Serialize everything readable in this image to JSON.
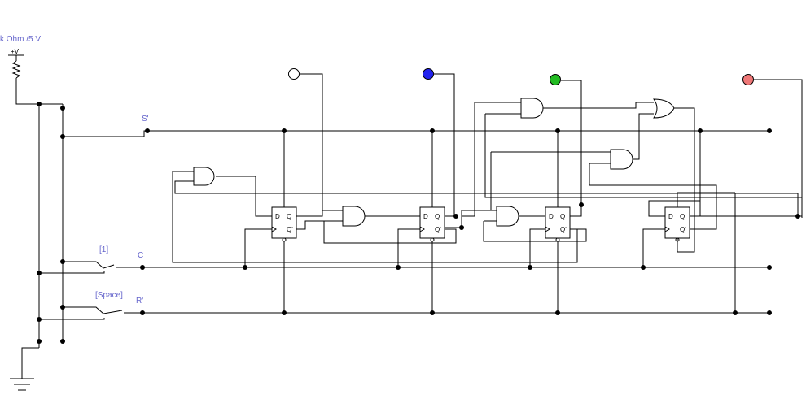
{
  "supply_label": "k Ohm /5 V",
  "supply_symbol": "+V",
  "inputs": {
    "set_label": "S'",
    "clock_label": "C",
    "clock_key": "[1]",
    "reset_label": "R'",
    "reset_key": "[Space]"
  },
  "flipflop_pins": {
    "d": "D",
    "q": "Q",
    "qbar": "Q'"
  },
  "leds": [
    {
      "id": "led-1",
      "color": "#ffffff"
    },
    {
      "id": "led-2",
      "color": "#2222ee"
    },
    {
      "id": "led-3",
      "color": "#22bb22"
    },
    {
      "id": "led-4",
      "color": "#ee7777"
    }
  ]
}
